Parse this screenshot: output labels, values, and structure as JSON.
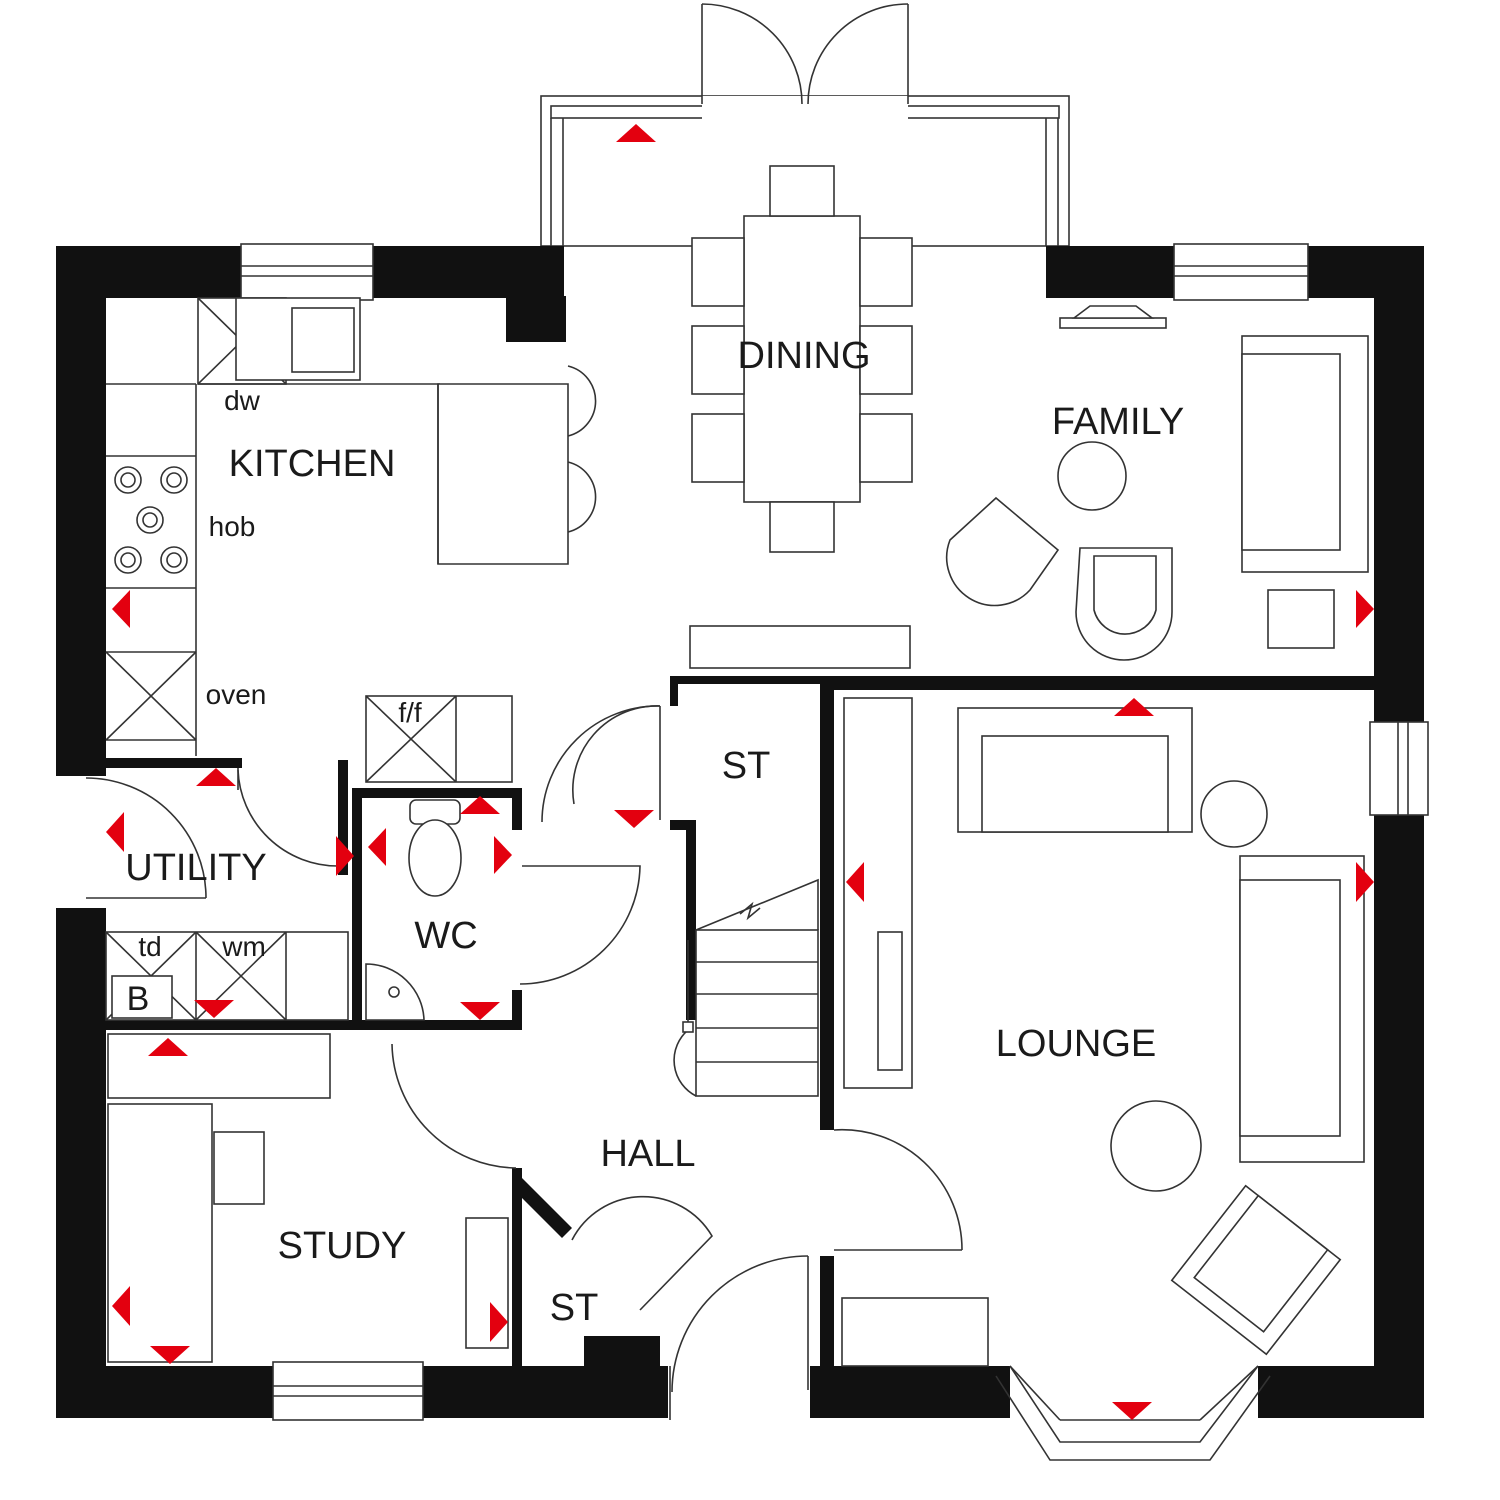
{
  "rooms": {
    "dining": "DINING",
    "family": "FAMILY",
    "kitchen": "KITCHEN",
    "utility": "UTILITY",
    "wc": "WC",
    "st_upper": "ST",
    "lounge": "LOUNGE",
    "hall": "HALL",
    "study": "STUDY",
    "st_lower": "ST"
  },
  "appliances": {
    "dw": "dw",
    "hob": "hob",
    "oven": "oven",
    "ff": "f/f",
    "td": "td",
    "wm": "wm",
    "boiler": "B"
  },
  "colors": {
    "wall": "#111111",
    "marker": "#e3000f",
    "line": "#333333"
  }
}
